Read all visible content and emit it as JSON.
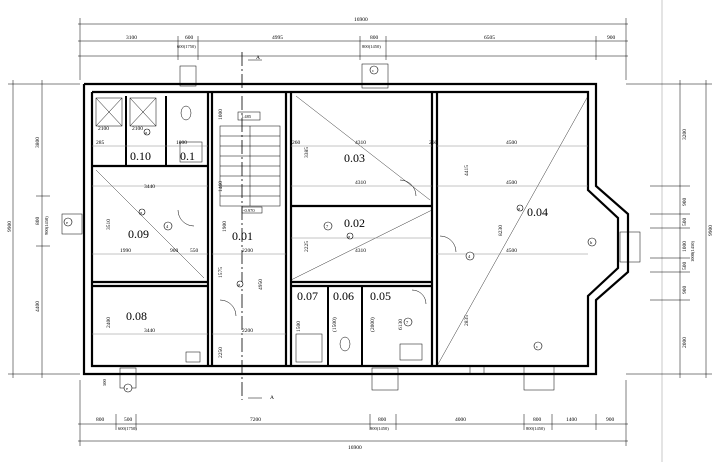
{
  "section_marker": "A",
  "top_dims": {
    "overall": "16900",
    "segments": [
      "3100",
      "600",
      "4995",
      "800",
      "6505",
      "900"
    ],
    "window_notes": [
      "600(1750)",
      "800(1450)"
    ]
  },
  "bottom_dims": {
    "overall": "16900",
    "segments": [
      "800",
      "500",
      "7200",
      "800",
      "4000",
      "800",
      "1400",
      "900"
    ],
    "window_notes": [
      "600(1750)",
      "900(1450)",
      "800(1450)"
    ]
  },
  "left_dims": {
    "overall": "9900",
    "segments": [
      "3800",
      "800",
      "4400"
    ],
    "notes": [
      "900(1450)",
      "500"
    ]
  },
  "right_dims": {
    "overall": "9900",
    "segments": [
      "3200",
      "900",
      "500",
      "1000",
      "500",
      "900",
      "2000"
    ],
    "notes": [
      "1000(1450)"
    ]
  },
  "rooms": [
    {
      "id": "0.01",
      "label": "0.01"
    },
    {
      "id": "0.02",
      "label": "0.02"
    },
    {
      "id": "0.03",
      "label": "0.03"
    },
    {
      "id": "0.04",
      "label": "0.04"
    },
    {
      "id": "0.05",
      "label": "0.05"
    },
    {
      "id": "0.06",
      "label": "0.06"
    },
    {
      "id": "0.07",
      "label": "0.07"
    },
    {
      "id": "0.08",
      "label": "0.08"
    },
    {
      "id": "0.09",
      "label": "0.09"
    },
    {
      "id": "0.10",
      "label": "0.10"
    },
    {
      "id": "0.11",
      "label": "0.1"
    }
  ],
  "interior_dims": {
    "r03_w_top": "4310",
    "r03_w_bot": "4310",
    "r03_h": "3385",
    "r04_w_top": "4500",
    "r04_w_mid": "4500",
    "r04_w_bot": "4500",
    "r04_h": "4415",
    "r04_h2": "8230",
    "r04_h3": "2835",
    "r02_w": "4310",
    "r02_h": "2225",
    "r09_w": "3440",
    "r09_h": "3510",
    "r09_w2": "1990",
    "r09_d1": "900",
    "r09_d2": "550",
    "r08_w": "3440",
    "r08_h": "2400",
    "r01_w": "2200",
    "r01_w2": "2200",
    "r01_h": "1900",
    "r10_w1": "2100",
    "r10_w2": "2100",
    "r10_d": "1000",
    "misc": [
      "285",
      "260",
      "260",
      "1000",
      "1460",
      "1575",
      "2250",
      "1500",
      "(1500)",
      "(2000)",
      "4950",
      "6130"
    ],
    "stair_note": "1.485",
    "level_note": "-0.970"
  },
  "circle_tags": [
    "a",
    "4",
    "7",
    "c",
    "b",
    "e"
  ],
  "axis_labels": [
    "A",
    "A"
  ]
}
